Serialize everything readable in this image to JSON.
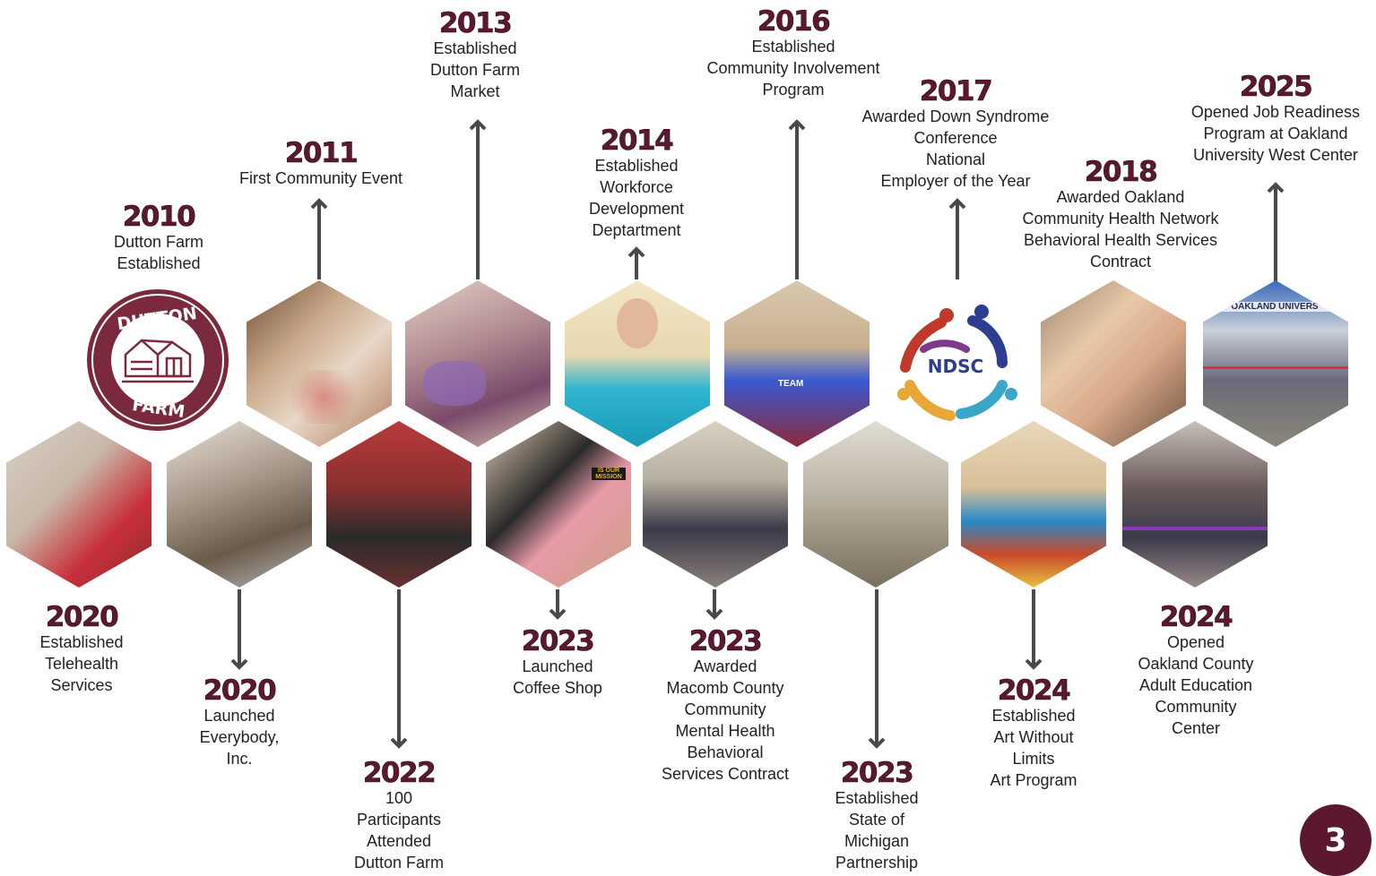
{
  "milestones": {
    "m2010": {
      "year": "2010",
      "desc": "Dutton Farm\nEstablished"
    },
    "m2011": {
      "year": "2011",
      "desc": "First Community Event"
    },
    "m2013": {
      "year": "2013",
      "desc": "Established\nDutton Farm\nMarket"
    },
    "m2014": {
      "year": "2014",
      "desc": "Established\nWorkforce\nDevelopment\nDeptartment"
    },
    "m2016": {
      "year": "2016",
      "desc": "Established\nCommunity Involvement\nProgram"
    },
    "m2017": {
      "year": "2017",
      "desc": "Awarded Down Syndrome\nConference\nNational\nEmployer of the Year"
    },
    "m2018": {
      "year": "2018",
      "desc": "Awarded Oakland\nCommunity Health Network\nBehavioral Health Services\nContract"
    },
    "m2025": {
      "year": "2025",
      "desc": "Opened Job Readiness\nProgram at Oakland\nUniversity West Center"
    },
    "m2020a": {
      "year": "2020",
      "desc": "Established\nTelehealth\nServices"
    },
    "m2020b": {
      "year": "2020",
      "desc": "Launched\nEverybody,\nInc."
    },
    "m2022": {
      "year": "2022",
      "desc": "100\nParticipants\nAttended\nDutton Farm"
    },
    "m2023a": {
      "year": "2023",
      "desc": "Launched\nCoffee Shop"
    },
    "m2023b": {
      "year": "2023",
      "desc": "Awarded\nMacomb County\nCommunity\nMental Health\nBehavioral\nServices Contract"
    },
    "m2023c": {
      "year": "2023",
      "desc": "Established\nState of\nMichigan\nPartnership"
    },
    "m2024a": {
      "year": "2024",
      "desc": "Established\nArt Without\nLimits\nArt Program"
    },
    "m2024b": {
      "year": "2024",
      "desc": "Opened\nOakland County\nAdult Education\nCommunity\nCenter"
    }
  },
  "logos": {
    "dutton_top": "DUTTON",
    "dutton_bottom": "FARM",
    "ndsc": "NDSC",
    "oakland_sign": "OAKLAND UNIVERS"
  },
  "photo_text": {
    "coffee_sign": "IS OUR MISSION",
    "shirt_text": "TEAM"
  },
  "page_number": "3",
  "colors": {
    "brand": "#5c1830",
    "arrow": "#4a4a4a"
  }
}
